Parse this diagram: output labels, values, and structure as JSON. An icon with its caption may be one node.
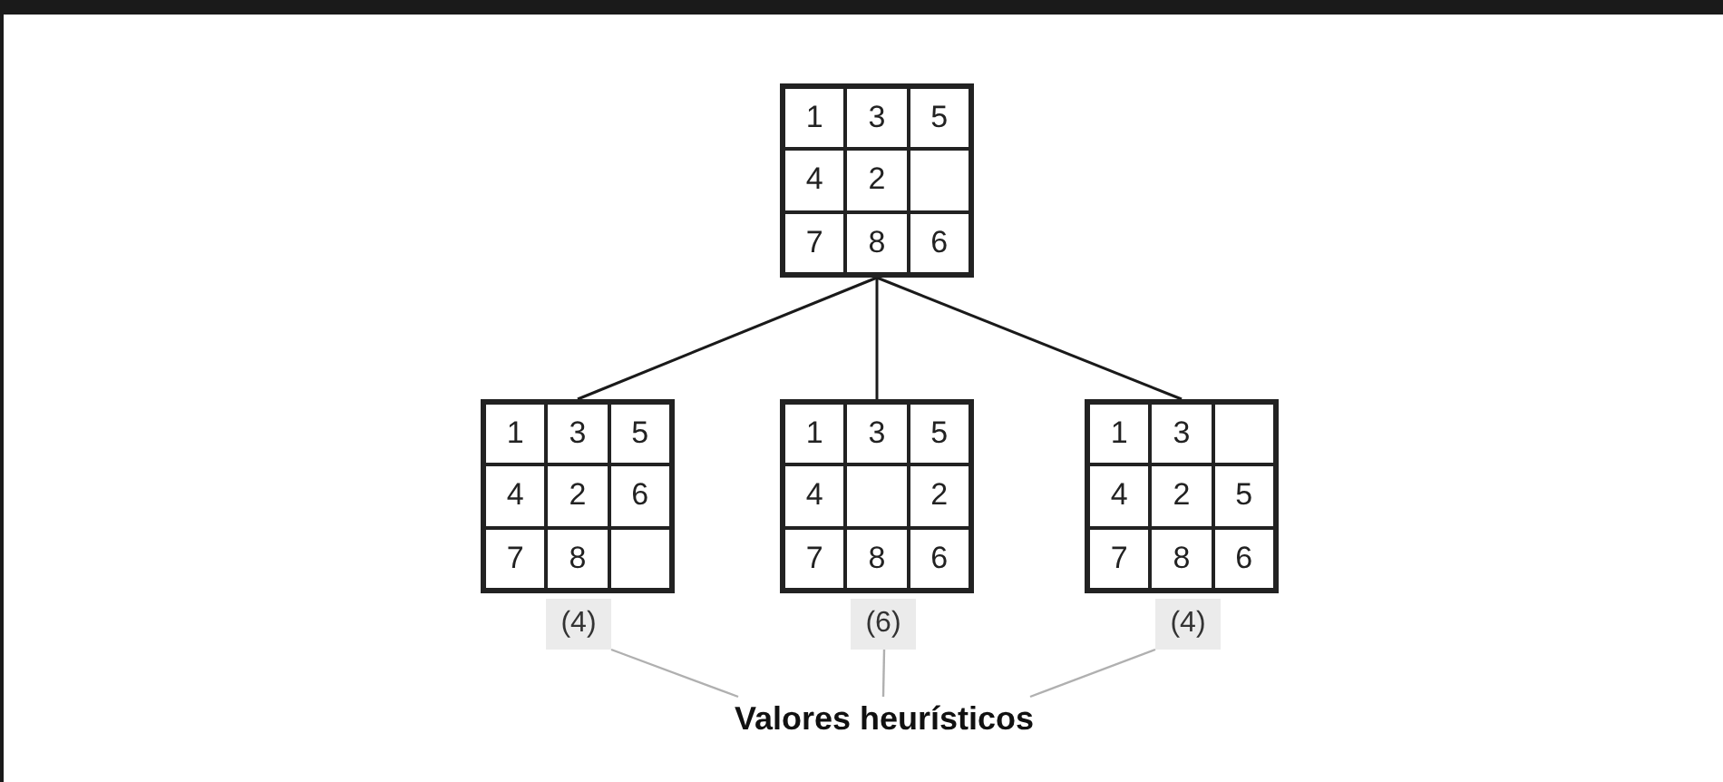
{
  "diagram": {
    "nodes": [
      {
        "text": [],
        "shape": "box"
      },
      {
        "text": [
          "1"
        ],
        "in": 0
      },
      {
        "text": [
          "3"
        ],
        "in": 0
      },
      {
        "text": [
          "5"
        ],
        "in": 0
      },
      {
        "text": [
          "4"
        ],
        "in": 0
      },
      {
        "text": [
          "2"
        ],
        "in": 0
      },
      {
        "text": [],
        "shape": "box",
        "in": 0
      },
      {
        "text": [
          "7"
        ],
        "in": 0
      },
      {
        "text": [
          "8"
        ],
        "in": 0
      },
      {
        "text": [
          "6"
        ],
        "in": 0
      },
      {
        "text": [],
        "shape": "box"
      },
      {
        "text": [
          "1"
        ],
        "in": 10
      },
      {
        "text": [
          "3"
        ],
        "in": 10
      },
      {
        "text": [
          "5"
        ],
        "in": 10
      },
      {
        "text": [
          "4"
        ],
        "in": 10
      },
      {
        "text": [
          "2"
        ],
        "in": 10
      },
      {
        "text": [
          "6"
        ],
        "in": 10
      },
      {
        "text": [
          "7"
        ],
        "in": 10
      },
      {
        "text": [
          "8"
        ],
        "in": 10
      },
      {
        "text": [],
        "shape": "box",
        "in": 10
      },
      {
        "text": [],
        "shape": "box"
      },
      {
        "text": [
          "1"
        ],
        "in": 20
      },
      {
        "text": [
          "3"
        ],
        "in": 20
      },
      {
        "text": [
          "5"
        ],
        "in": 20
      },
      {
        "text": [
          "4"
        ],
        "in": 20
      },
      {
        "text": [],
        "shape": "box",
        "in": 20
      },
      {
        "text": [
          "2"
        ],
        "in": 20
      },
      {
        "text": [
          "7"
        ],
        "in": 20
      },
      {
        "text": [
          "8"
        ],
        "in": 20
      },
      {
        "text": [
          "6"
        ],
        "in": 20
      },
      {
        "text": [],
        "shape": "box"
      },
      {
        "text": [
          "1"
        ],
        "in": 30
      },
      {
        "text": [
          "3"
        ],
        "in": 30
      },
      {
        "text": [],
        "shape": "box",
        "in": 30
      },
      {
        "text": [
          "4"
        ],
        "in": 30
      },
      {
        "text": [
          "2"
        ],
        "in": 30
      },
      {
        "text": [
          "5"
        ],
        "in": 30
      },
      {
        "text": [
          "7"
        ],
        "in": 30
      },
      {
        "text": [
          "8"
        ],
        "in": 30
      },
      {
        "text": [
          "6"
        ],
        "in": 30
      },
      {
        "text": [
          "(4)"
        ]
      },
      {
        "text": [
          "(6)"
        ]
      },
      {
        "text": [
          "(4)"
        ]
      },
      {
        "text": [
          "Valores heurísticos"
        ]
      }
    ],
    "edges": [
      {
        "from": 0,
        "to": 10,
        "arrow": "none"
      },
      {
        "from": 0,
        "to": 20,
        "arrow": "none"
      },
      {
        "from": 0,
        "to": 30,
        "arrow": "none"
      },
      {
        "from": 43,
        "to": 40,
        "arrow": "none",
        "color": "#b0b0b0"
      },
      {
        "from": 43,
        "to": 41,
        "arrow": "none",
        "color": "#b0b0b0"
      },
      {
        "from": 43,
        "to": 42,
        "arrow": "none",
        "color": "#b0b0b0"
      }
    ]
  }
}
